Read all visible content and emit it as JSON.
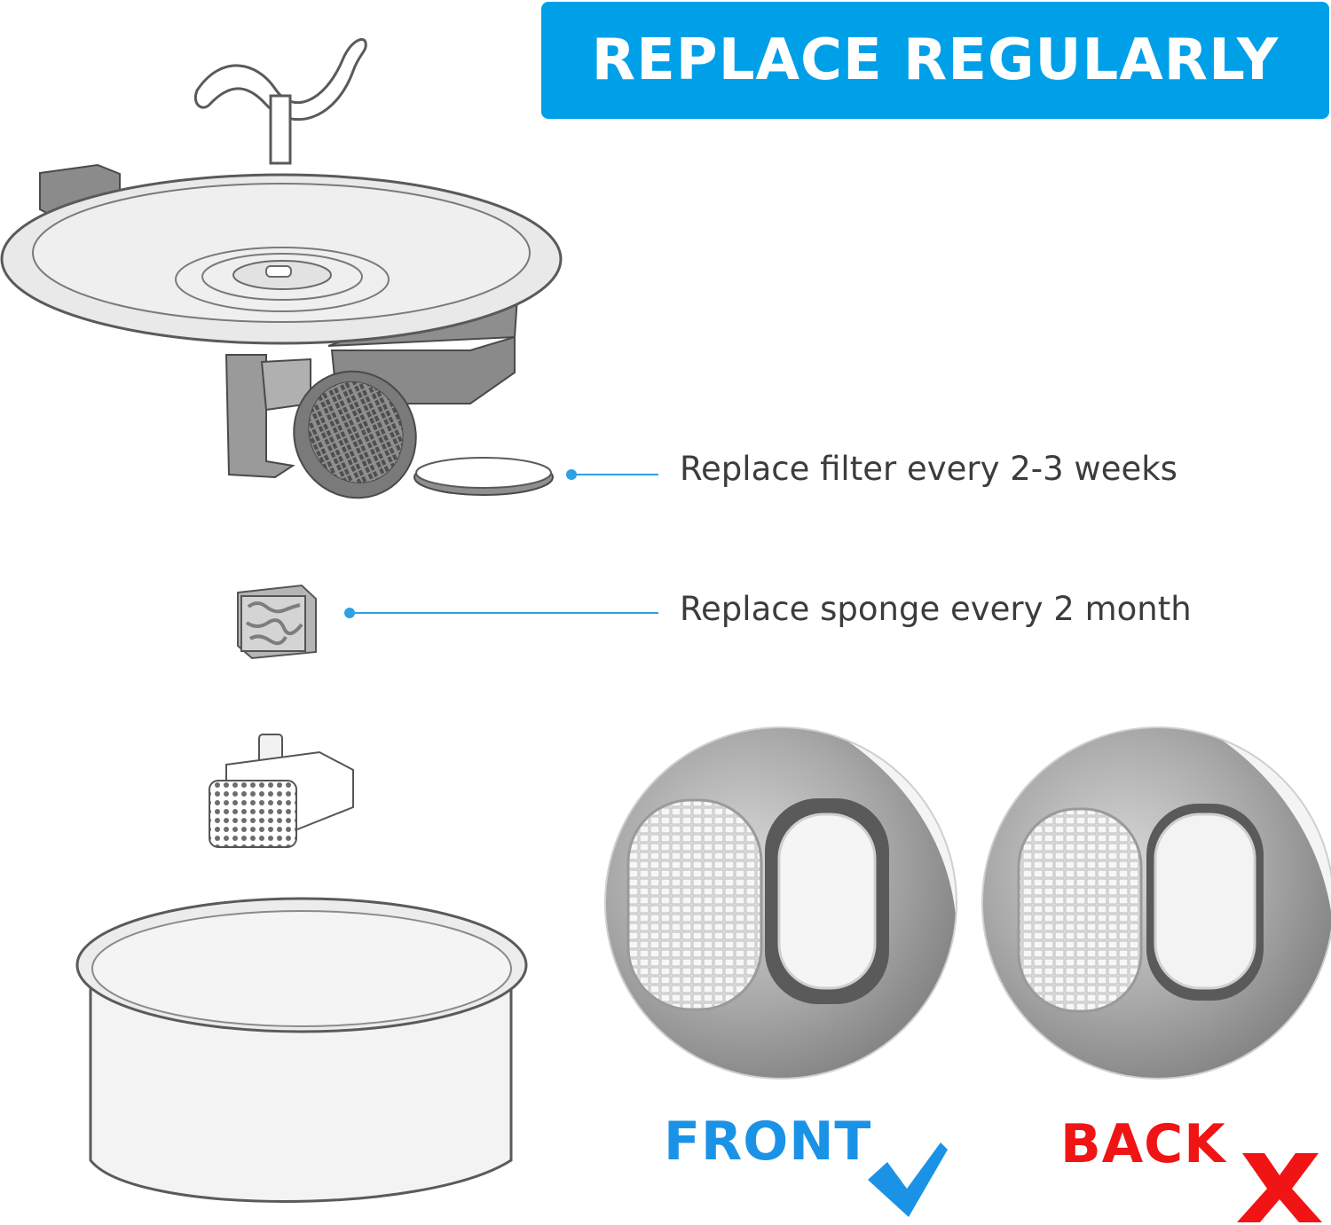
{
  "header": {
    "title": "REPLACE REGULARLY"
  },
  "callouts": {
    "filter": "Replace filter every 2-3 weeks",
    "sponge": "Replace sponge every 2 month"
  },
  "comparison": {
    "front_label": "FRONT",
    "back_label": "BACK"
  },
  "icons": {
    "correct": "checkmark-icon",
    "wrong": "cross-icon"
  },
  "colors": {
    "banner": "#00a0e9",
    "front": "#1a93e6",
    "back": "#f01414",
    "line": "#2fa1e3",
    "outline": "#555555",
    "gray_part": "#9a9a9a"
  }
}
